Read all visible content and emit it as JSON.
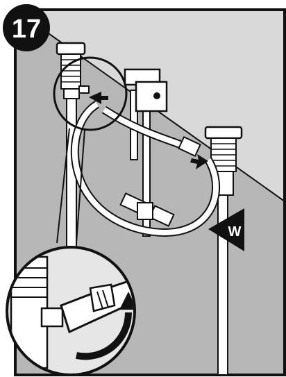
{
  "step": {
    "number": "17"
  },
  "labels": {
    "water_marker": "W"
  },
  "colors": {
    "wall_light": "#d9d9d9",
    "wall_dark": "#b4b4b4",
    "line": "#111111",
    "part_fill": "#ffffff",
    "badge": "#111111",
    "badge_text": "#ffffff"
  },
  "icons": {
    "step_badge": "circle-badge",
    "water_arrow": "triangle-pointer-left",
    "direction_arrows": "arrow",
    "rotation_arrow": "curved-arrow",
    "wrench": "adjustable-wrench",
    "magnifier": "zoom-callout-circle"
  }
}
